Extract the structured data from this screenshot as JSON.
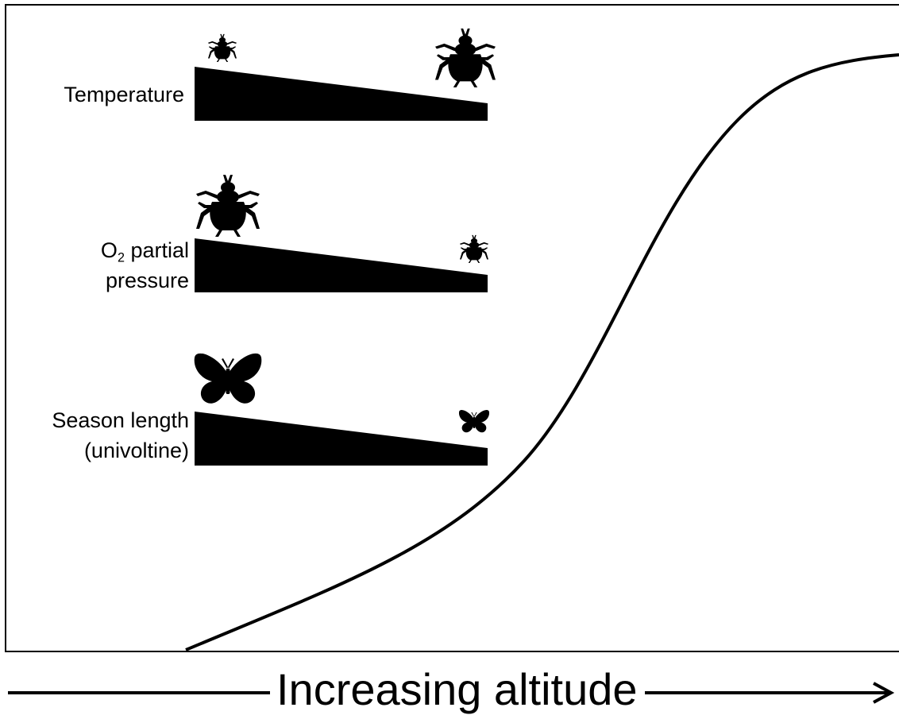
{
  "colors": {
    "ink": "#000000",
    "background": "#ffffff"
  },
  "factors": [
    {
      "label": "Temperature",
      "left_icon": "fly-icon",
      "right_icon": "fly-icon",
      "left_icon_size": "small",
      "right_icon_size": "large"
    },
    {
      "label_prefix": "O",
      "label_subscript": "2",
      "label_line1_suffix": " partial",
      "label_line2": "pressure",
      "left_icon": "fly-icon",
      "right_icon": "fly-icon",
      "left_icon_size": "large",
      "right_icon_size": "small"
    },
    {
      "label_line1": "Season length",
      "label_line2": "(univoltine)",
      "left_icon": "butterfly-icon",
      "right_icon": "butterfly-icon",
      "left_icon_size": "large",
      "right_icon_size": "small"
    }
  ],
  "x_axis": {
    "label": "Increasing altitude",
    "arrow": "arrow-right"
  },
  "curve": {
    "shape": "sigmoid",
    "direction": "increasing"
  }
}
